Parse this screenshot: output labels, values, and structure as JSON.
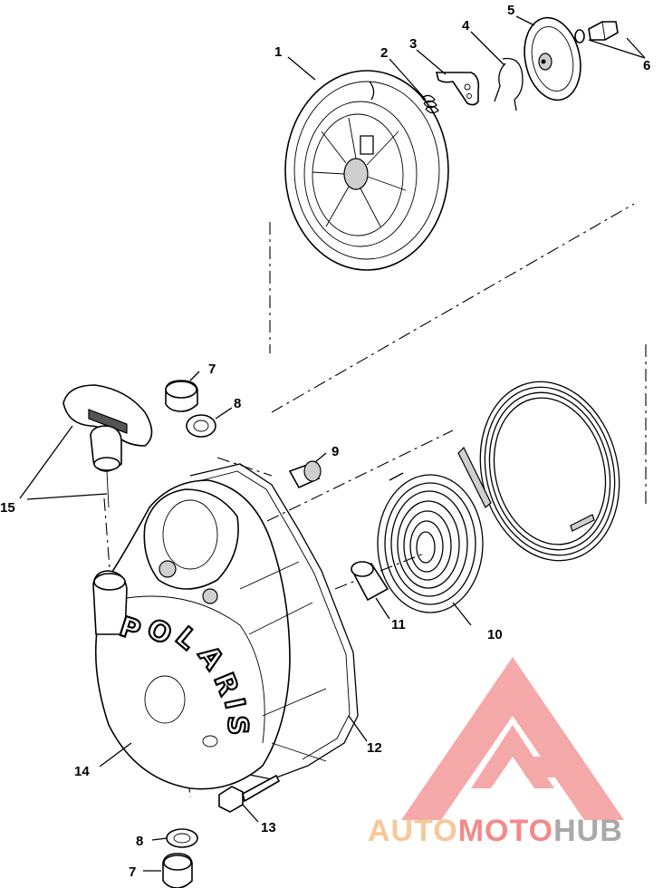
{
  "callouts": [
    {
      "id": "c1",
      "label": "1"
    },
    {
      "id": "c2",
      "label": "2"
    },
    {
      "id": "c3",
      "label": "3"
    },
    {
      "id": "c4",
      "label": "4"
    },
    {
      "id": "c5",
      "label": "5"
    },
    {
      "id": "c6",
      "label": "6"
    },
    {
      "id": "c7a",
      "label": "7"
    },
    {
      "id": "c8a",
      "label": "8"
    },
    {
      "id": "c9",
      "label": "9"
    },
    {
      "id": "c10",
      "label": "10"
    },
    {
      "id": "c11",
      "label": "11"
    },
    {
      "id": "c12",
      "label": "12"
    },
    {
      "id": "c13",
      "label": "13"
    },
    {
      "id": "c14",
      "label": "14"
    },
    {
      "id": "c15",
      "label": "15"
    },
    {
      "id": "c8b",
      "label": "8"
    },
    {
      "id": "c7b",
      "label": "7"
    }
  ],
  "housing_brand": [
    "P",
    "O",
    "L",
    "A",
    "R",
    "I",
    "S"
  ],
  "watermark": {
    "part1": "AUTO",
    "part2": "MOTO",
    "part3": "HUB",
    "colors": {
      "part1": "#f7c89a",
      "part2": "#f28a8a",
      "part3": "#a9a9a9",
      "triangle": "#f49a9a"
    }
  }
}
